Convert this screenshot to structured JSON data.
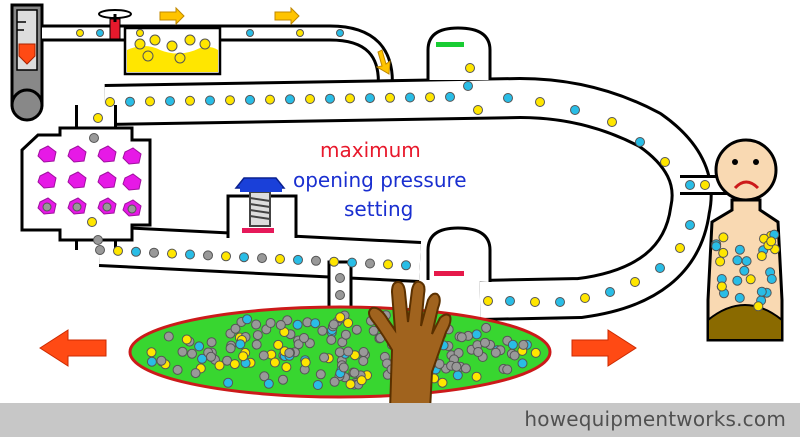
{
  "annotation": {
    "line1": "maximum",
    "line2": "opening pressure",
    "line3": "setting"
  },
  "footer": {
    "site": "howequipmentworks.com"
  },
  "colors": {
    "annotation_red": "#e8192c",
    "annotation_blue": "#1a2fd0",
    "bag_green": "#38d630",
    "bag_outline": "#cc1a1a",
    "arrow_orange": "#ff4a14",
    "particle_yellow": "#ffe600",
    "particle_cyan": "#29bde6",
    "particle_grey": "#999999",
    "drug_magenta": "#e619e6",
    "valve_red": "#e6195a",
    "valve_green": "#19cc33",
    "patient_skin": "#f9d9b2",
    "hand_brown": "#a0631e",
    "spring_cap_blue": "#1a40d9"
  },
  "icons": [
    "left-arrow-icon",
    "right-arrow-icon",
    "hand-icon",
    "patient-figure",
    "spring-icon",
    "syringe-icon"
  ]
}
